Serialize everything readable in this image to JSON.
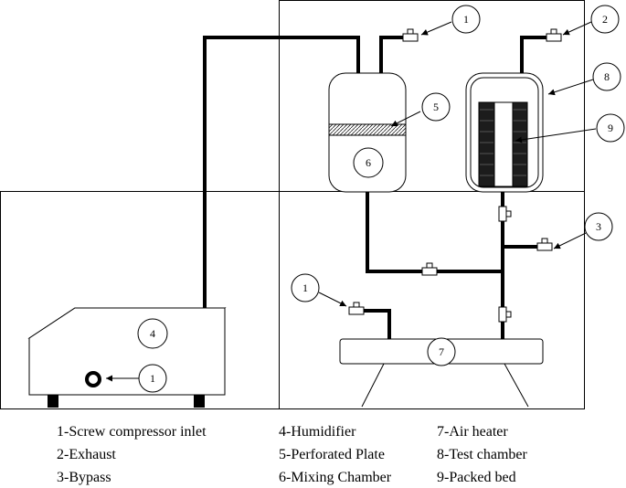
{
  "callouts": {
    "top_inlet": "1",
    "exhaust": "2",
    "bypass": "3",
    "humidifier": "4",
    "perforated_plate": "5",
    "mixing_chamber": "6",
    "air_heater": "7",
    "test_chamber": "8",
    "packed_bed": "9",
    "mid_inlet": "1",
    "compressor_inlet": "1"
  },
  "legend": {
    "col1": [
      "1-Screw compressor inlet",
      "2-Exhaust",
      "3-Bypass"
    ],
    "col2": [
      "4-Humidifier",
      "5-Perforated Plate",
      "6-Mixing Chamber"
    ],
    "col3": [
      "7-Air heater",
      "8-Test chamber",
      "9-Packed bed"
    ]
  }
}
